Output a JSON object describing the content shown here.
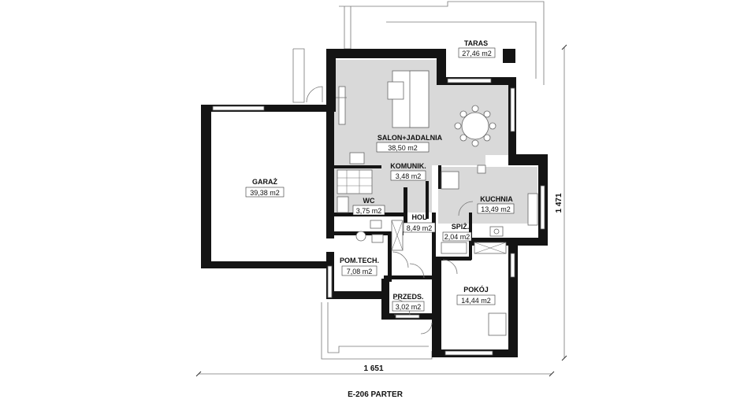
{
  "plan": {
    "caption": "E-206 PARTER",
    "dim_width": "1 651",
    "dim_height": "1 471",
    "colors": {
      "floor": "#d9d9d9",
      "wall": "#141414",
      "background": "#ffffff",
      "line": "#777777"
    }
  },
  "rooms": [
    {
      "id": "taras",
      "name": "TARAS",
      "area": "27,46 m2"
    },
    {
      "id": "salon",
      "name": "SALON+JADALNIA",
      "area": "38,50 m2"
    },
    {
      "id": "garaz",
      "name": "GARAŻ",
      "area": "39,38 m2"
    },
    {
      "id": "komunik",
      "name": "KOMUNIK.",
      "area": "3,48 m2"
    },
    {
      "id": "wc",
      "name": "WC",
      "area": "3,75 m2"
    },
    {
      "id": "hol",
      "name": "HOL",
      "area": "8,49 m2"
    },
    {
      "id": "kuchnia",
      "name": "KUCHNIA",
      "area": "13,49 m2"
    },
    {
      "id": "spiz",
      "name": "SPIŻ.",
      "area": "2,04 m2"
    },
    {
      "id": "pomtech",
      "name": "POM.TECH.",
      "area": "7,08 m2"
    },
    {
      "id": "pokoj",
      "name": "POKÓJ",
      "area": "14,44 m2"
    },
    {
      "id": "przeds",
      "name": "PRZEDS.",
      "area": "3,02 m2"
    }
  ]
}
